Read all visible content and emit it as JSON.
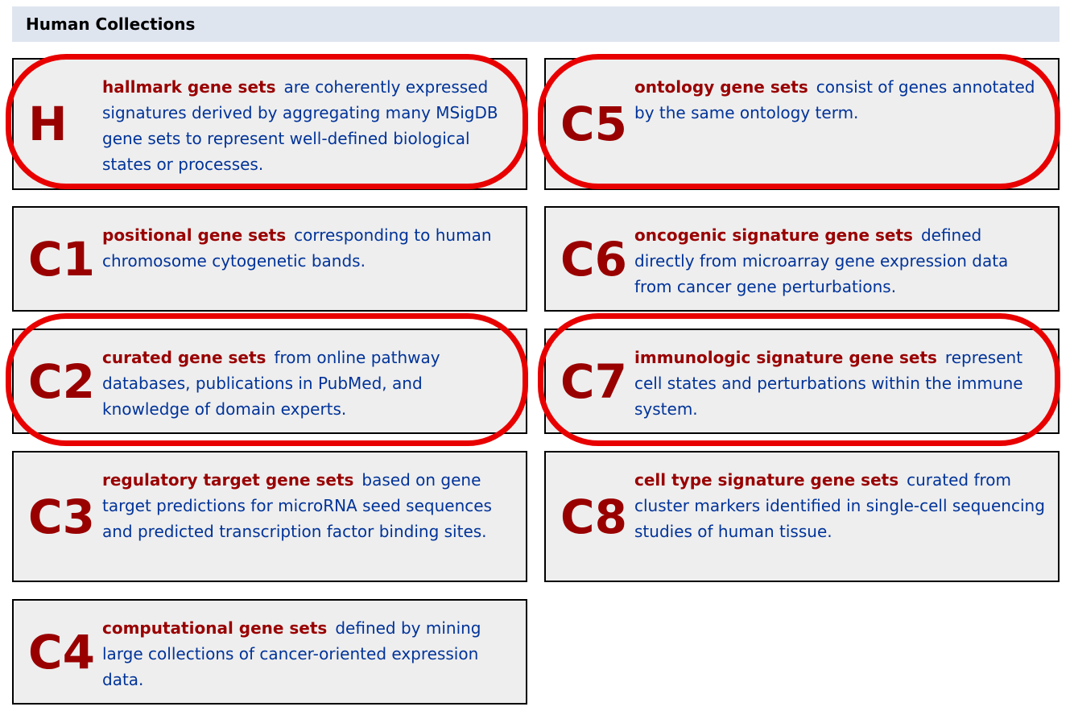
{
  "header": {
    "title": "Human Collections"
  },
  "collections": [
    {
      "code": "H",
      "title": "hallmark gene sets",
      "desc": "are coherently expressed signatures derived by aggregating many MSigDB gene sets to represent well-defined biological states or processes.",
      "highlighted": true
    },
    {
      "code": "C1",
      "title": "positional gene sets",
      "desc": "corresponding to human chromosome cytogenetic bands.",
      "highlighted": false
    },
    {
      "code": "C2",
      "title": "curated gene sets",
      "desc": "from online pathway databases, publications in PubMed, and knowledge of domain experts.",
      "highlighted": true
    },
    {
      "code": "C3",
      "title": "regulatory target gene sets",
      "desc": "based on gene target predictions for microRNA seed sequences and predicted transcription factor binding sites.",
      "highlighted": false
    },
    {
      "code": "C4",
      "title": "computational gene sets",
      "desc": "defined by mining large collections of cancer-oriented expression data.",
      "highlighted": false
    },
    {
      "code": "C5",
      "title": "ontology gene sets",
      "desc": "consist of genes annotated by the same ontology term.",
      "highlighted": true
    },
    {
      "code": "C6",
      "title": "oncogenic signature gene sets",
      "desc": "defined directly from microarray gene expression data from cancer gene perturbations.",
      "highlighted": false
    },
    {
      "code": "C7",
      "title": "immunologic signature gene sets",
      "desc": "represent cell states and perturbations within the immune system.",
      "highlighted": true
    },
    {
      "code": "C8",
      "title": "cell type signature gene sets",
      "desc": "curated from cluster markers identified in single-cell sequencing studies of human tissue.",
      "highlighted": false
    }
  ],
  "colors": {
    "code": "#990000",
    "desc": "#003399",
    "highlight": "#e80000",
    "card_bg": "#eeeeee",
    "header_bg": "#dfe5ef"
  }
}
